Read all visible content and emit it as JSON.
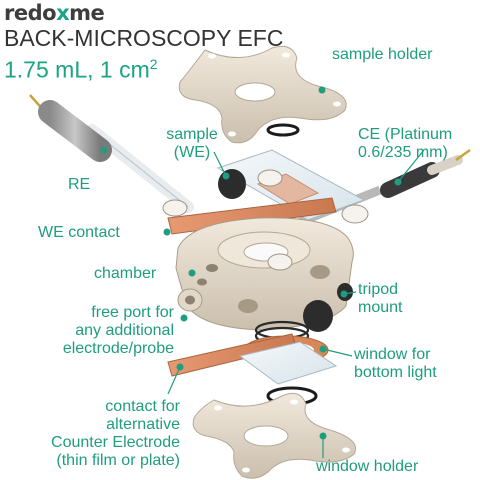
{
  "brand": {
    "name": "redoxme"
  },
  "title": "BACK-MICROSCOPY EFC",
  "subtitle": {
    "text": "1.75 mL, 1 cm",
    "sup": "2"
  },
  "labels": {
    "sample_holder": "sample holder",
    "sample": [
      "sample",
      "(WE)"
    ],
    "ce": [
      "CE (Platinum",
      "0.6/235 mm)"
    ],
    "re": "RE",
    "we_contact": "WE contact",
    "chamber": "chamber",
    "tripod": [
      "tripod",
      "mount"
    ],
    "free_port": [
      "free port for",
      "any additional",
      "electrode/probe"
    ],
    "window": [
      "window for",
      "bottom light"
    ],
    "alt_contact": [
      "contact for",
      "alternative",
      "Counter Electrode",
      "(thin film or plate)"
    ],
    "window_holder": "window holder"
  },
  "colors": {
    "accent": "#1aa483",
    "label": "#1f9d7f",
    "peek": "#e6dccd",
    "copper": "#d98a63",
    "dark": "#3a3a3a"
  }
}
